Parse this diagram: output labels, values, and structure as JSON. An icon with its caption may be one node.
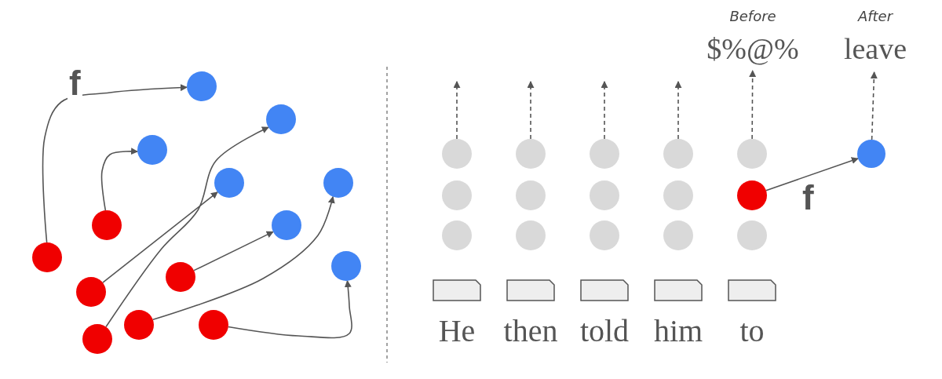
{
  "diagram": {
    "nodes": [
      {
        "text": [],
        "shape": "circle"
      },
      {
        "text": [],
        "shape": "circle"
      },
      {
        "text": [],
        "shape": "circle"
      },
      {
        "text": [],
        "shape": "circle"
      },
      {
        "text": [],
        "shape": "circle"
      },
      {
        "text": [],
        "shape": "circle"
      },
      {
        "text": [],
        "shape": "circle"
      },
      {
        "text": [],
        "shape": "circle"
      },
      {
        "text": [],
        "shape": "circle"
      },
      {
        "text": [],
        "shape": "circle"
      },
      {
        "text": [],
        "shape": "circle"
      },
      {
        "text": [],
        "shape": "circle"
      },
      {
        "text": [],
        "shape": "circle"
      },
      {
        "text": [],
        "shape": "circle"
      },
      {
        "text": [
          "$%@%"
        ],
        "beside": [
          "Before"
        ]
      },
      {
        "text": [
          "leave"
        ],
        "beside": [
          "After"
        ]
      },
      {
        "text": [],
        "shape": "circle"
      },
      {
        "text": [],
        "shape": "circle"
      },
      {
        "text": [],
        "shape": "circle"
      },
      {
        "text": [],
        "shape": "circle"
      },
      {
        "text": [],
        "shape": "circle"
      },
      {
        "text": [],
        "shape": "circle"
      },
      {
        "text": [],
        "shape": "circle"
      },
      {
        "text": [],
        "shape": "circle"
      },
      {
        "text": [],
        "shape": "circle"
      },
      {
        "text": [],
        "shape": "circle"
      },
      {
        "text": [],
        "shape": "circle"
      },
      {
        "text": [],
        "shape": "circle"
      },
      {
        "text": [],
        "shape": "circle"
      },
      {
        "text": [],
        "shape": "circle"
      },
      {
        "text": [],
        "shape": "circle"
      },
      {
        "text": [],
        "shape": "circle"
      },
      {
        "text": [
          "He"
        ]
      },
      {
        "text": [
          "then"
        ]
      },
      {
        "text": [
          "told"
        ]
      },
      {
        "text": [
          "him"
        ]
      },
      {
        "text": [
          "to"
        ]
      }
    ],
    "edges": [
      {
        "from": 7,
        "to": 0,
        "arrow": "to",
        "label": "f"
      },
      {
        "from": 5,
        "to": 2,
        "arrow": "to"
      },
      {
        "from": 10,
        "to": 3,
        "arrow": "to"
      },
      {
        "from": 13,
        "to": 1,
        "arrow": "to"
      },
      {
        "from": 9,
        "to": 6,
        "arrow": "to"
      },
      {
        "from": 11,
        "to": 4,
        "arrow": "to"
      },
      {
        "from": 12,
        "to": 8,
        "arrow": "to"
      },
      {
        "from": 16,
        "to": null,
        "arrow": "to",
        "style": "dashed"
      },
      {
        "from": 17,
        "to": null,
        "arrow": "to",
        "style": "dashed"
      },
      {
        "from": 18,
        "to": null,
        "arrow": "to",
        "style": "dashed"
      },
      {
        "from": 19,
        "to": null,
        "arrow": "to",
        "style": "dashed"
      },
      {
        "from": 20,
        "to": 14,
        "arrow": "to",
        "style": "dashed"
      },
      {
        "from": 21,
        "to": 15,
        "arrow": "to",
        "style": "dashed"
      },
      {
        "from": 26,
        "to": 21,
        "arrow": "to",
        "label": "f"
      }
    ]
  }
}
